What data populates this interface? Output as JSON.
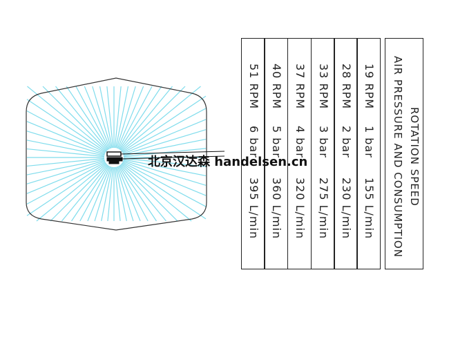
{
  "table": {
    "header_line1": "ROTATION  SPEED",
    "header_line2": "AIR  PRESSURE  AND  CONSUMPTION",
    "rows": [
      {
        "rpm": "19  RPM",
        "pressure": "1  bar",
        "flow": "155  L/min"
      },
      {
        "rpm": "28  RPM",
        "pressure": "2  bar",
        "flow": "230  L/min"
      },
      {
        "rpm": "33  RPM",
        "pressure": "3  bar",
        "flow": "275  L/min"
      },
      {
        "rpm": "37  RPM",
        "pressure": "4  bar",
        "flow": "320  L/min"
      },
      {
        "rpm": "40  RPM",
        "pressure": "5  bar",
        "flow": "360  L/min"
      },
      {
        "rpm": "51  RPM",
        "pressure": "6  bar",
        "flow": "395  L/min"
      }
    ]
  },
  "watermark": "北京汉达森 handelsen.cn",
  "colors": {
    "spray": "#7fdcec",
    "outline": "#333333"
  }
}
